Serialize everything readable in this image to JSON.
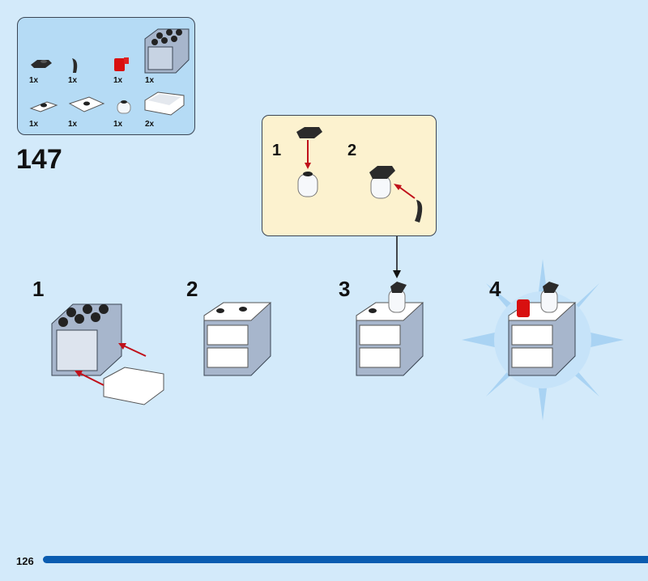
{
  "parts_list": [
    {
      "name": "black-plate-clip",
      "qty": "1x"
    },
    {
      "name": "black-horn",
      "qty": "1x"
    },
    {
      "name": "red-cup",
      "qty": "1x"
    },
    {
      "name": "grey-cupboard",
      "qty": "1x"
    },
    {
      "name": "white-plate-1x2-jumper",
      "qty": "1x"
    },
    {
      "name": "white-plate-2x2-jumper",
      "qty": "1x"
    },
    {
      "name": "trans-round-brick",
      "qty": "1x"
    },
    {
      "name": "white-drawer",
      "qty": "2x"
    }
  ],
  "step_number": "147",
  "callout": {
    "substeps": [
      "1",
      "2"
    ]
  },
  "substeps": [
    "1",
    "2",
    "3",
    "4"
  ],
  "page_number": "126",
  "colors": {
    "background": "#d3eafa",
    "progress": "#0a5cb0",
    "callout": "#fcf2cf",
    "parts_box": "#b5dbf5"
  }
}
